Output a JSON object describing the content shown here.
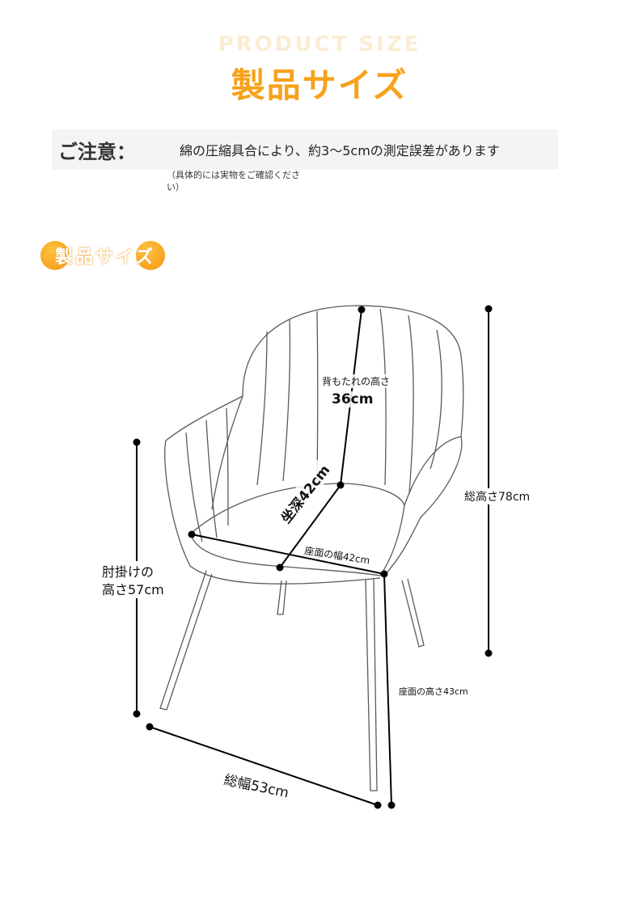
{
  "header": {
    "ghost_title": "PRODUCT SIZE",
    "title": "製品サイズ"
  },
  "notice": {
    "label": "ご注意：",
    "text": "綿の圧縮具合により、約3〜5cmの測定誤差があります",
    "subtext": "（具体的には実物をご確認ください）"
  },
  "section": {
    "title": "製品サイズ"
  },
  "dimensions": {
    "backrest_label": "背もたれの高さ",
    "backrest_value": "36cm",
    "total_height": "総高さ78cm",
    "seat_depth": "坐深42cm",
    "seat_width": "座面の幅42cm",
    "armrest_height_line1": "肘掛けの",
    "armrest_height_line2": "高さ57cm",
    "seat_height": "座面の高さ43cm",
    "total_width": "総幅53cm"
  },
  "colors": {
    "accent": "#f7a21a",
    "outline": "#5a5a5a",
    "dimension_line": "#000000"
  }
}
